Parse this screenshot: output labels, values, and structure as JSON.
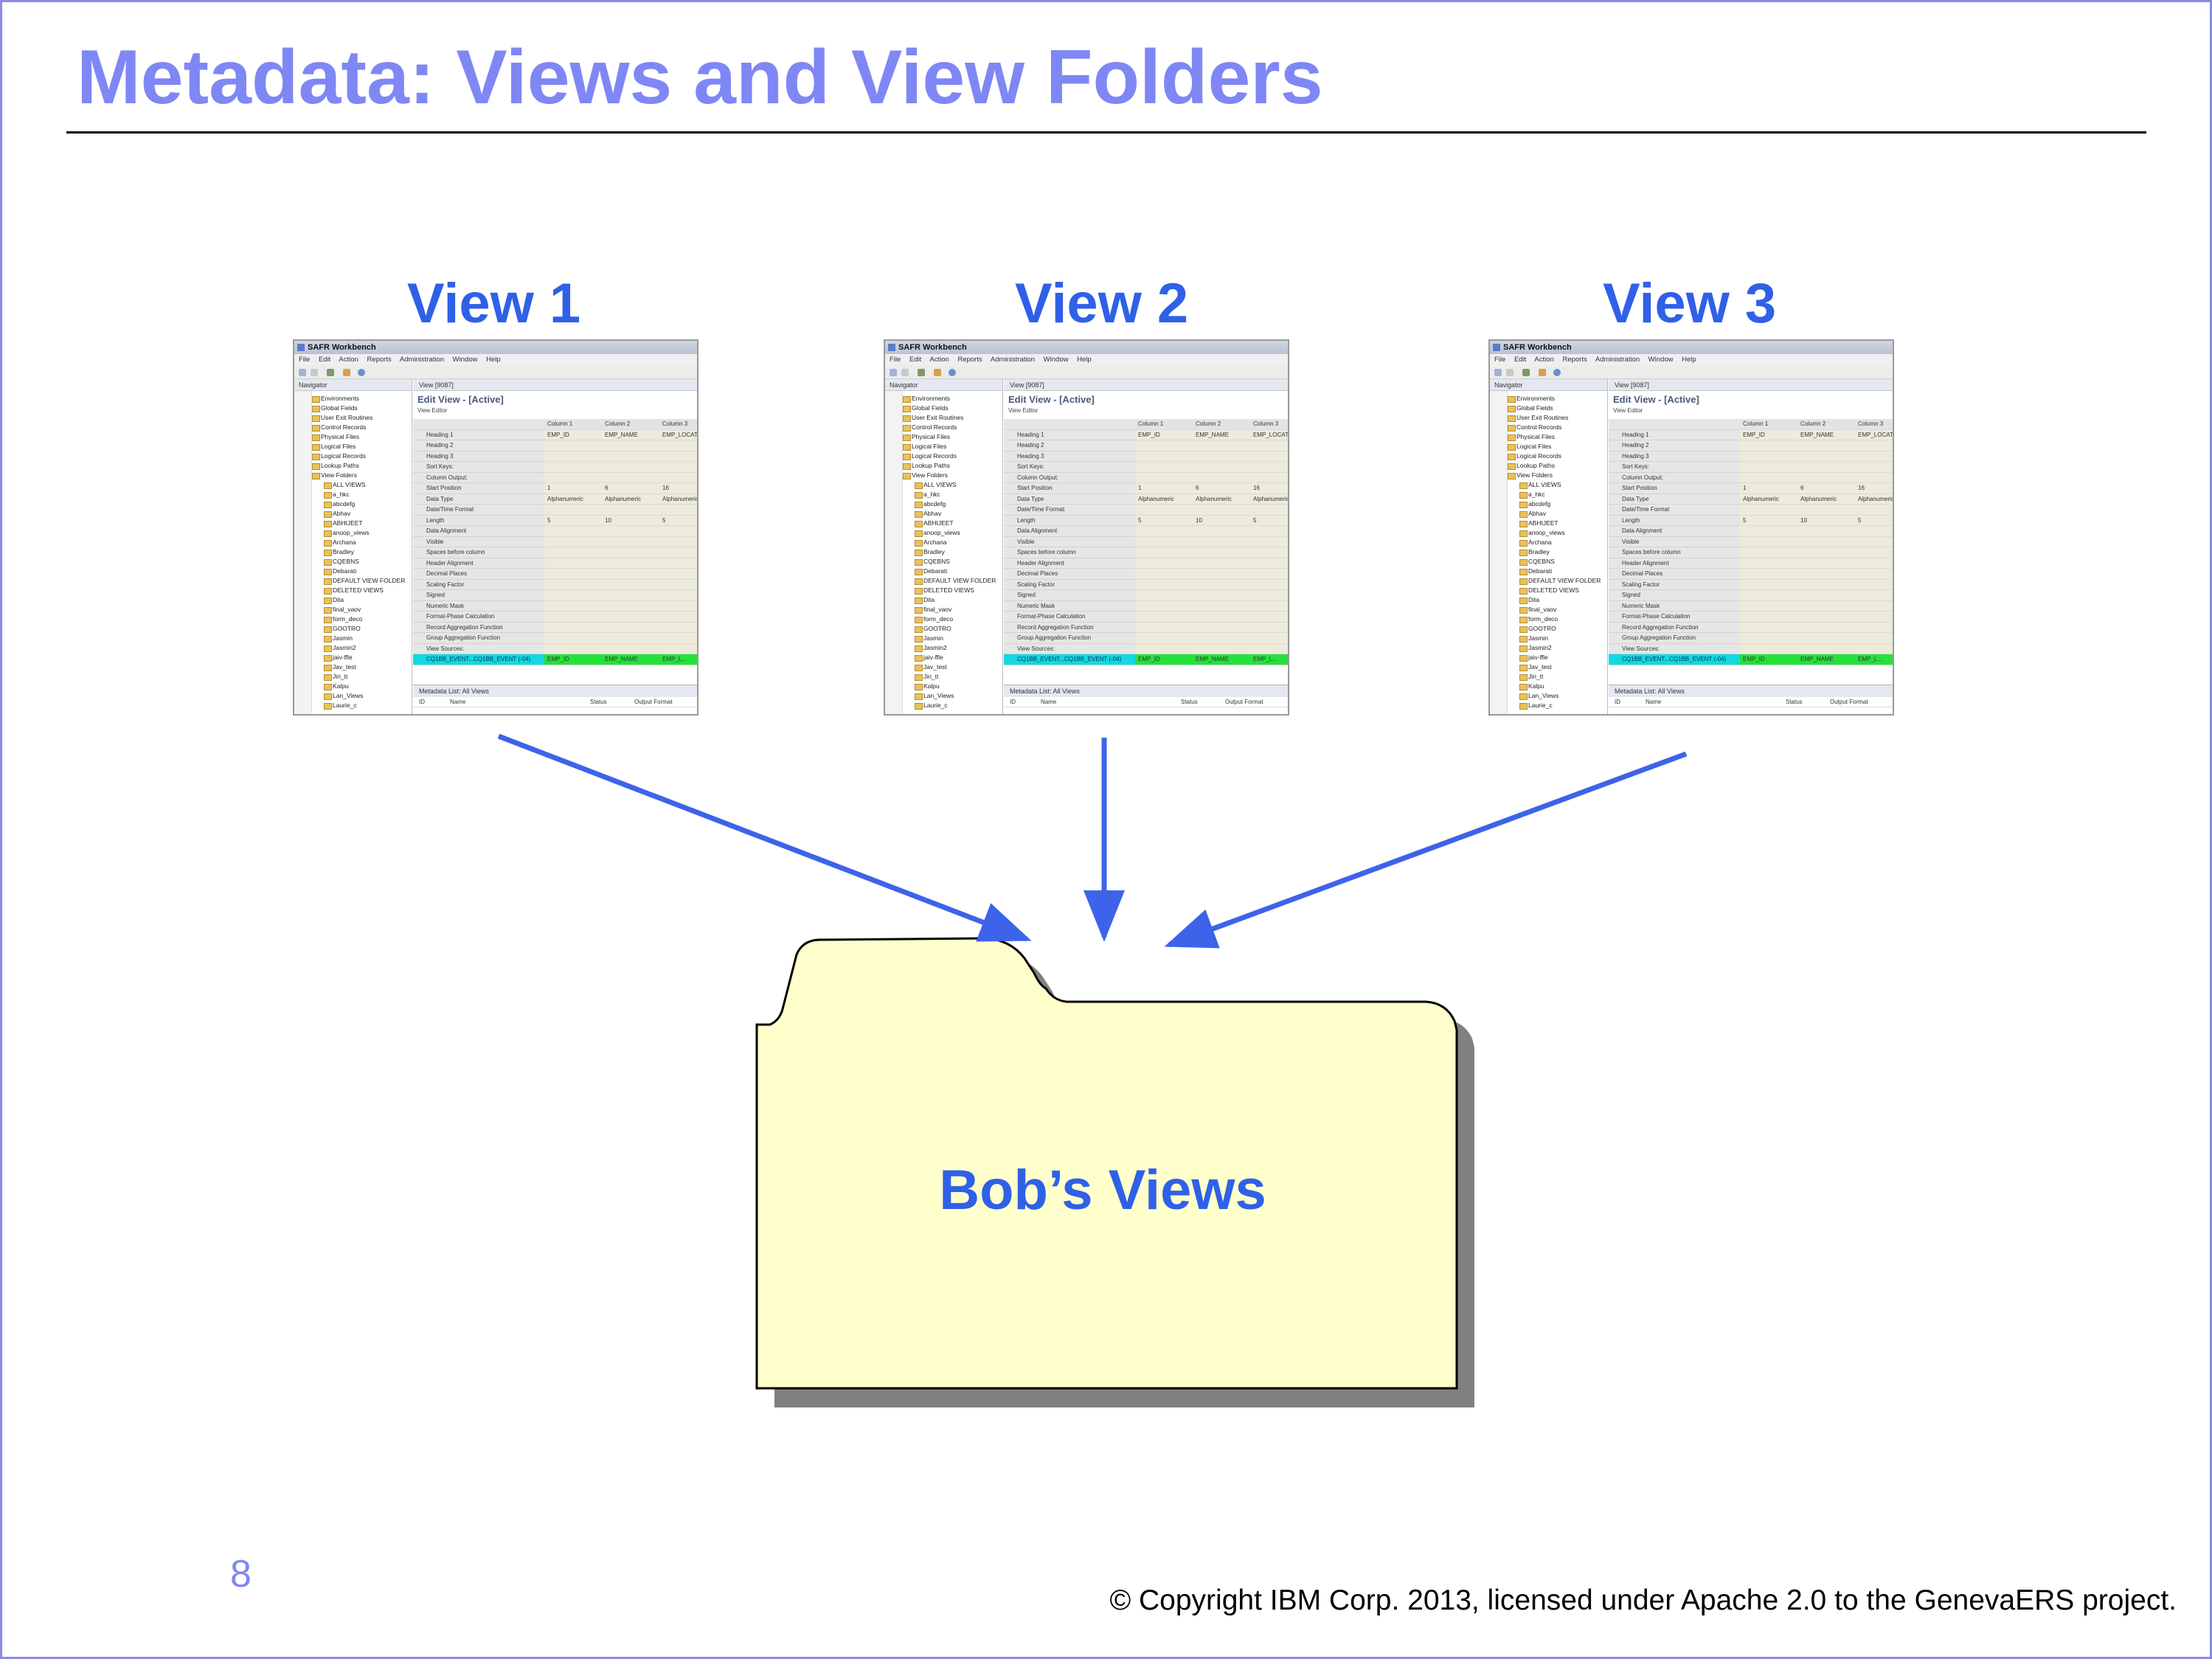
{
  "slide": {
    "title": "Metadata: Views and View Folders",
    "page_number": "8",
    "copyright": "© Copyright IBM Corp. 2013, licensed under Apache 2.0 to the GenevaERS project."
  },
  "views": [
    {
      "label": "View 1"
    },
    {
      "label": "View 2"
    },
    {
      "label": "View 3"
    }
  ],
  "folder": {
    "label": "Bob’s Views"
  },
  "workbench": {
    "window_title": "SAFR Workbench",
    "menu": "File Edit Action Reports Administration Window Help",
    "navigator_tab": "Navigator",
    "editor_tab": "View [9087]",
    "editor_title": "Edit View - [Active]",
    "editor_subtitle": "View Editor",
    "nav_items": [
      "Environments",
      "Global Fields",
      "User Exit Routines",
      "Control Records",
      "Physical Files",
      "Logical Files",
      "Logical Records",
      "Lookup Paths",
      "View Folders"
    ],
    "folder_items": [
      "ALL VIEWS",
      "a_hkc",
      "abcdefg",
      "Abhav",
      "ABHIJEET",
      "anoop_views",
      "Archana",
      "Bradley",
      "CQEBNS",
      "Debarati",
      "DEFAULT VIEW FOLDER",
      "DELETED VIEWS",
      "Dita",
      "final_vaov",
      "form_deco",
      "GOOTRO",
      "Jasmin",
      "Jasmin2",
      "jaiv-ffle",
      "Jav_test",
      "Jiri_tt",
      "Kalpu",
      "Lan_Views",
      "Laurie_c"
    ],
    "grid_rows": [
      "Heading 1",
      "Heading 2",
      "Heading 3",
      "Sort Keys:",
      "Column Output:",
      "Start Position",
      "Data Type",
      "Date/Time Format",
      "Length",
      "Data Alignment",
      "Visible",
      "Spaces before column",
      "Header Alignment",
      "Decimal Places",
      "Scaling Factor",
      "Signed",
      "Numeric Mask",
      "Format-Phase Calculation",
      "Record Aggregation Function",
      "Group Aggregation Function",
      "View Sources:",
      "CQ1BB_EVENT...CQ1BB_EVENT (-04)"
    ],
    "column_headers": [
      "Column 1",
      "Column 2",
      "Column 3"
    ],
    "heading1_values": [
      "EMP_ID",
      "EMP_NAME",
      "EMP_LOCATION"
    ],
    "start_positions": [
      "1",
      "6",
      "16"
    ],
    "data_types": [
      "Alphanumeric",
      "Alphanumeric",
      "Alphanumeric"
    ],
    "lengths": [
      "5",
      "10",
      "5"
    ],
    "source_values": [
      "EMP_ID",
      "EMP_NAME",
      "EMP_L..."
    ],
    "metadata_tab": "Metadata List: All Views",
    "metadata_columns": [
      "ID",
      "Name",
      "Status",
      "Output Format"
    ]
  },
  "colors": {
    "title": "#7f87f5",
    "accent_blue": "#2f60e8",
    "arrow": "#3d63ea",
    "folder_fill": "#ffffcc",
    "folder_shadow": "#808080"
  }
}
